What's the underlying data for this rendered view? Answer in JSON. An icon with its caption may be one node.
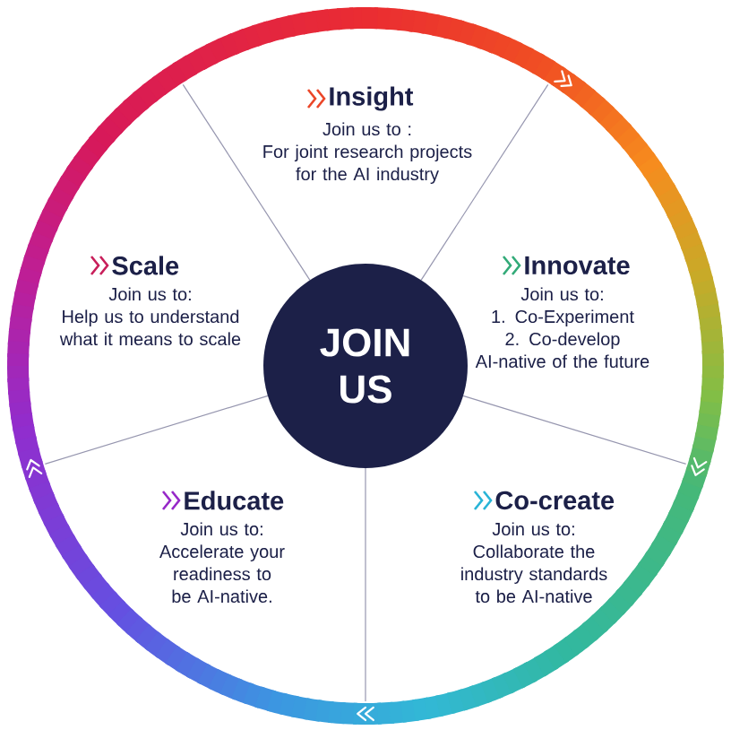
{
  "diagram": {
    "nodes": [
      {
        "text": [
          "JOIN US"
        ]
      },
      {
        "text": [
          "Insight",
          "Join us to :",
          "For joint research projects for the AI industry"
        ]
      },
      {
        "text": [
          "Innovate",
          "Join us to:",
          "1. Co-Experiment",
          "2. Co-develop AI-native of the future"
        ]
      },
      {
        "text": [
          "Co-create",
          "Join us to:",
          "Collaborate the industry standards to be AI-native"
        ]
      },
      {
        "text": [
          "Educate",
          "Join us to:",
          "Accelerate your readiness to be AI-native."
        ]
      },
      {
        "text": [
          "Scale",
          "Join us to:",
          "Help us to understand what it means to scale"
        ]
      }
    ]
  }
}
